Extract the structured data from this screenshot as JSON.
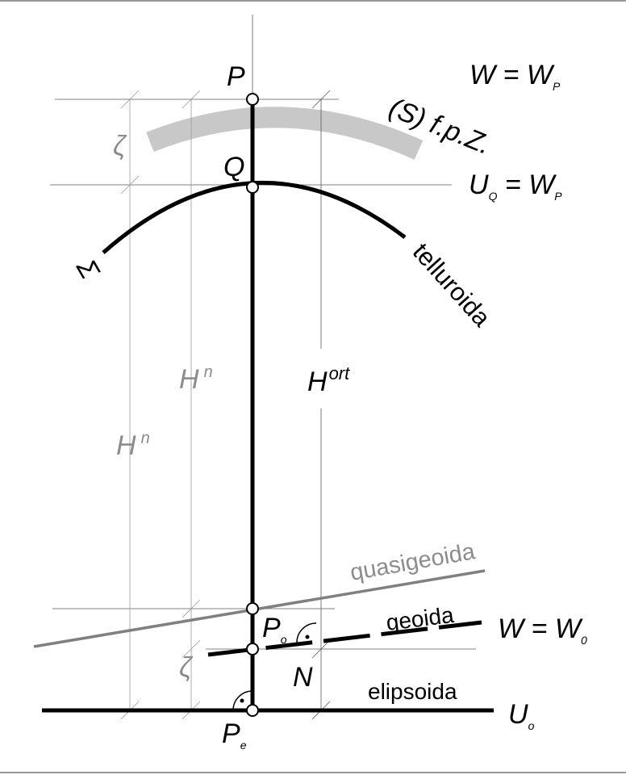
{
  "labels": {
    "P": "P",
    "Q": "Q",
    "Po": "P",
    "Po_sub": "o",
    "Pe": "P",
    "Pe_sub": "e",
    "W_eq_WP": "W = W",
    "W_eq_WP_sub": "P",
    "UQ_eq_WP": "U",
    "UQ_sub": "Q",
    "UQ_rest": " = W",
    "UQ_rest_sub": "P",
    "S_fpZ": "(S) f.p.Z.",
    "zeta": "ζ",
    "zeta_low": "ζ",
    "sigma": "Σ",
    "telluroida": "telluroida",
    "Hn_inner": "H",
    "Hn_inner_sup": "n",
    "Hn_outer": "H",
    "Hn_outer_sup": "n",
    "Hort": "H",
    "Hort_sup": "ort",
    "quasigeoida": "quasigeoida",
    "geoida": "geoida",
    "W_eq_W0": "W = W",
    "W_eq_W0_sub": "0",
    "N": "N",
    "elipsoida": "elipsoida",
    "Uo": "U",
    "Uo_sub": "o",
    "right_angle_dot": "·"
  },
  "colors": {
    "main": "#000000",
    "gray_text": "#8c8c8c",
    "band": "#c8c8c8",
    "quasigeoid_line": "#808080"
  }
}
